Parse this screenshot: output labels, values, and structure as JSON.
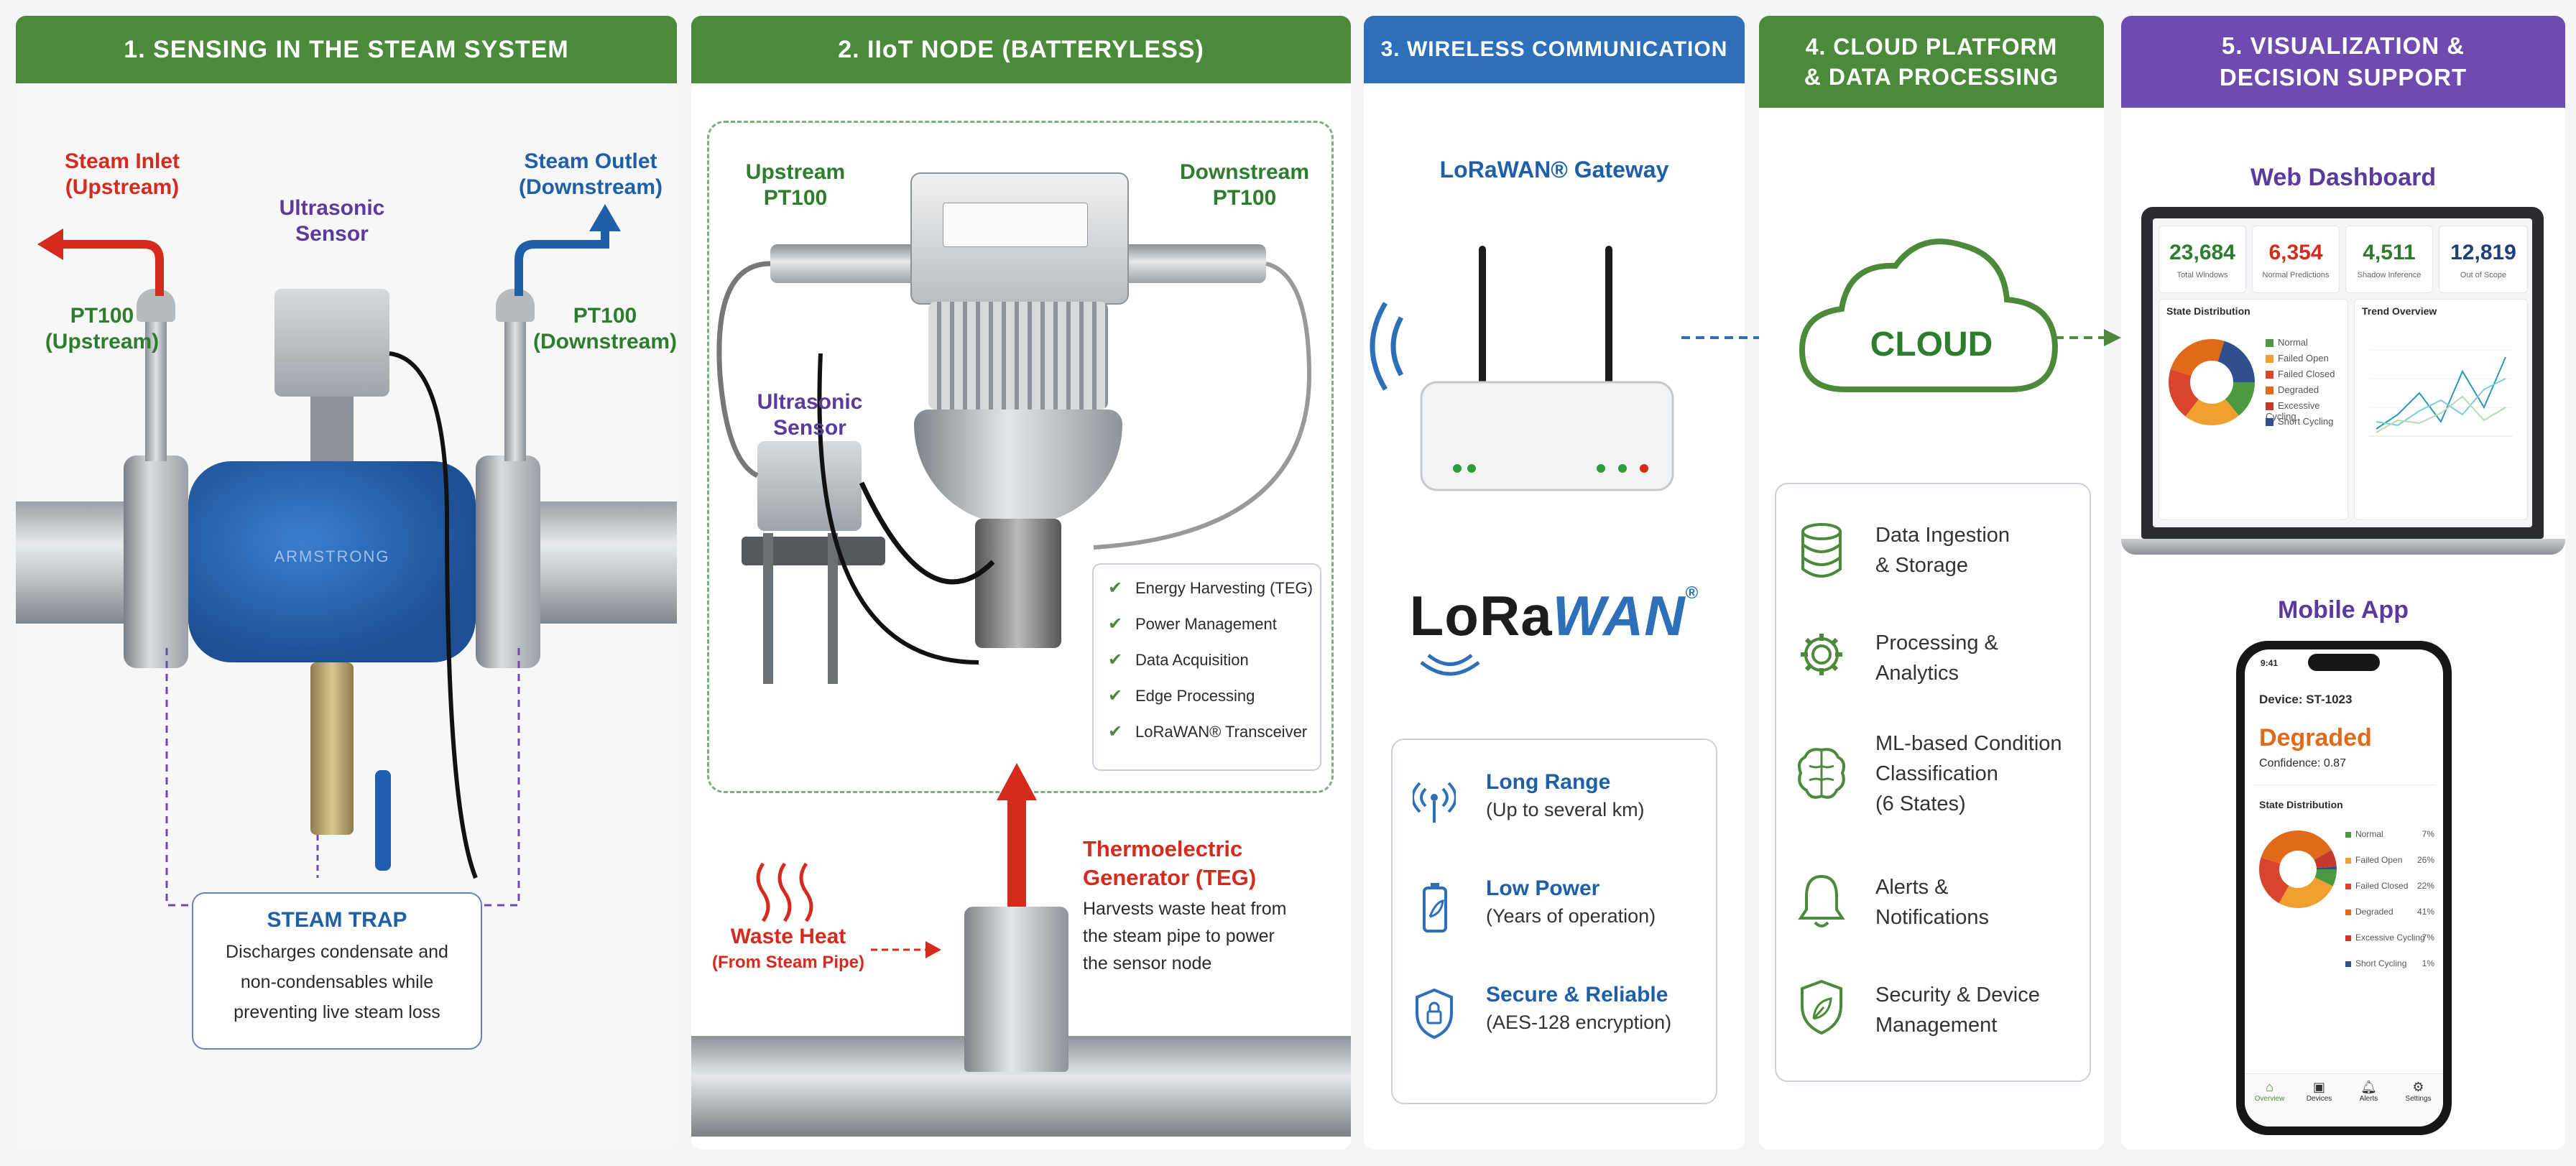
{
  "panels": {
    "p1": {
      "title": "1. SENSING IN THE STEAM SYSTEM"
    },
    "p2": {
      "title": "2. IIoT NODE (BATTERYLESS)"
    },
    "p3": {
      "title": "3. WIRELESS COMMUNICATION"
    },
    "p4": {
      "title_line1": "4. CLOUD PLATFORM",
      "title_line2": "& DATA PROCESSING"
    },
    "p5": {
      "title_line1": "5. VISUALIZATION &",
      "title_line2": "DECISION SUPPORT"
    }
  },
  "sensing": {
    "steam_inlet_l1": "Steam Inlet",
    "steam_inlet_l2": "(Upstream)",
    "steam_outlet_l1": "Steam Outlet",
    "steam_outlet_l2": "(Downstream)",
    "ultrasonic_l1": "Ultrasonic",
    "ultrasonic_l2": "Sensor",
    "pt100_up_l1": "PT100",
    "pt100_up_l2": "(Upstream)",
    "pt100_down_l1": "PT100",
    "pt100_down_l2": "(Downstream)",
    "valve_text": "ARMSTRONG",
    "trap_title": "STEAM TRAP",
    "trap_l1": "Discharges condensate and",
    "trap_l2": "non-condensables while",
    "trap_l3": "preventing live steam loss"
  },
  "node": {
    "upstream_l1": "Upstream",
    "upstream_l2": "PT100",
    "downstream_l1": "Downstream",
    "downstream_l2": "PT100",
    "ultrasonic_l1": "Ultrasonic",
    "ultrasonic_l2": "Sensor",
    "features": [
      "Energy Harvesting (TEG)",
      "Power Management",
      "Data Acquisition",
      "Edge Processing",
      "LoRaWAN® Transceiver"
    ],
    "waste_heat": "Waste Heat",
    "waste_heat_sub": "(From Steam Pipe)",
    "teg_l1": "Thermoelectric",
    "teg_l2": "Generator (TEG)",
    "teg_d1": "Harvests waste heat from",
    "teg_d2": "the steam pipe to power",
    "teg_d3": "the sensor node"
  },
  "wireless": {
    "gateway_label": "LoRaWAN® Gateway",
    "logo_lo": "LoRa",
    "logo_wan": "WAN",
    "logo_reg": "®",
    "features": [
      {
        "title": "Long Range",
        "sub": "(Up to several km)",
        "icon": "antenna-icon"
      },
      {
        "title": "Low Power",
        "sub": "(Years of operation)",
        "icon": "battery-leaf-icon"
      },
      {
        "title": "Secure & Reliable",
        "sub": "(AES-128 encryption)",
        "icon": "shield-lock-icon"
      }
    ]
  },
  "cloud": {
    "cloud_label": "CLOUD",
    "items": [
      {
        "l1": "Data Ingestion",
        "l2": "& Storage",
        "l3": "",
        "icon": "database-icon"
      },
      {
        "l1": "Processing &",
        "l2": "Analytics",
        "l3": "",
        "icon": "gear-icon"
      },
      {
        "l1": "ML-based Condition",
        "l2": "Classification",
        "l3": "(6 States)",
        "icon": "brain-icon"
      },
      {
        "l1": "Alerts &",
        "l2": "Notifications",
        "l3": "",
        "icon": "bell-icon"
      },
      {
        "l1": "Security & Device",
        "l2": "Management",
        "l3": "",
        "icon": "shield-leaf-icon"
      }
    ]
  },
  "viz": {
    "web_title": "Web Dashboard",
    "mobile_title": "Mobile App",
    "kpis": [
      {
        "value": "23,684",
        "label": "Total Windows",
        "color": "#2e7d2e"
      },
      {
        "value": "6,354",
        "label": "Normal Predictions",
        "color": "#d52b1e"
      },
      {
        "value": "4,511",
        "label": "Shadow Inference",
        "color": "#2e7d2e"
      },
      {
        "value": "12,819",
        "label": "Out of Scope",
        "color": "#1f3f7a"
      }
    ],
    "state_dist_title": "State Distribution",
    "trend_title": "Trend Overview",
    "legend": [
      {
        "label": "Normal",
        "color": "#4c9a3f"
      },
      {
        "label": "Failed Open",
        "color": "#f0a030"
      },
      {
        "label": "Failed Closed",
        "color": "#d8442c"
      },
      {
        "label": "Degraded",
        "color": "#e06a1a"
      },
      {
        "label": "Excessive Cycling",
        "color": "#c23b2a"
      },
      {
        "label": "Short Cycling",
        "color": "#2f4f8f"
      }
    ],
    "mobile": {
      "time": "9:41",
      "device": "Device: ST-1023",
      "state": "Degraded",
      "confidence": "Confidence: 0.87",
      "dist_title": "State Distribution",
      "rows": [
        {
          "label": "Normal",
          "pct": "7%",
          "color": "#4c9a3f"
        },
        {
          "label": "Failed Open",
          "pct": "26%",
          "color": "#f0a030"
        },
        {
          "label": "Failed Closed",
          "pct": "22%",
          "color": "#d8442c"
        },
        {
          "label": "Degraded",
          "pct": "41%",
          "color": "#e06a1a"
        },
        {
          "label": "Excessive Cycling",
          "pct": "7%",
          "color": "#c23b2a"
        },
        {
          "label": "Short Cycling",
          "pct": "1%",
          "color": "#2f4f8f"
        }
      ],
      "nav": [
        "Overview",
        "Devices",
        "Alerts",
        "Settings"
      ]
    }
  },
  "colors": {
    "green_header": "#4c8a3b",
    "blue_header": "#2d6fb8",
    "purple_header": "#6e4bb0",
    "red_arrow": "#d52b1e",
    "blue_arrow": "#2d6fb8",
    "green_arrow": "#4c8a3b"
  }
}
